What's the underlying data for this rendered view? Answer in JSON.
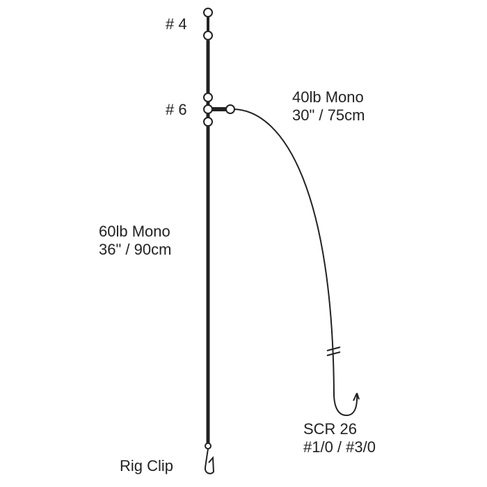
{
  "diagram": {
    "line_color": "#222222",
    "top_swivel_label": "# 4",
    "middle_swivel_label": "# 6",
    "snood": {
      "line1": "40lb Mono",
      "line2": "30\" / 75cm"
    },
    "mainline": {
      "line1": "60lb Mono",
      "line2": "36\" / 90cm"
    },
    "hook": {
      "line1": "SCR 26",
      "line2": "#1/0 / #3/0"
    },
    "clip_label": "Rig Clip"
  }
}
